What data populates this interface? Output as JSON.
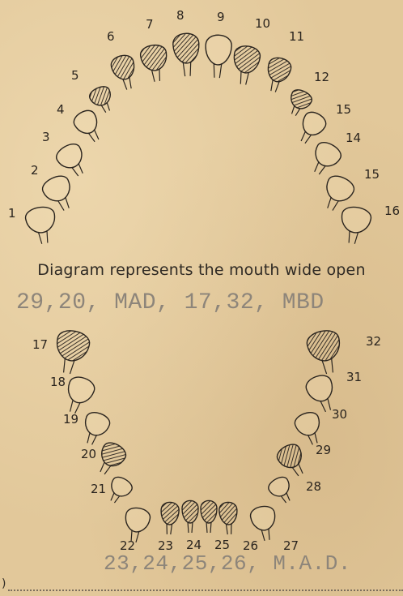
{
  "diagram": {
    "caption": "Diagram represents the mouth wide open",
    "upper_annotation": "29,20, MAD, 17,32, MBD",
    "lower_annotation": "23,24,25,26, M.A.D.",
    "edge_mark": ")",
    "upper_numbers": [
      "1",
      "2",
      "3",
      "4",
      "5",
      "6",
      "7",
      "8",
      "9",
      "10",
      "11",
      "12",
      "15",
      "14",
      "15",
      "16"
    ],
    "lower_numbers": [
      "17",
      "18",
      "19",
      "20",
      "21",
      "22",
      "23",
      "24",
      "25",
      "26",
      "27",
      "28",
      "29",
      "30",
      "31",
      "32"
    ],
    "shaded_teeth": [
      "5",
      "6",
      "7",
      "8",
      "10",
      "11",
      "12",
      "17",
      "20",
      "23",
      "24",
      "25",
      "26",
      "29",
      "32"
    ],
    "colors": {
      "paper": "#e2c89a",
      "ink": "#2a241e",
      "shade": "#3a322a",
      "typed": "#8d857a"
    }
  }
}
